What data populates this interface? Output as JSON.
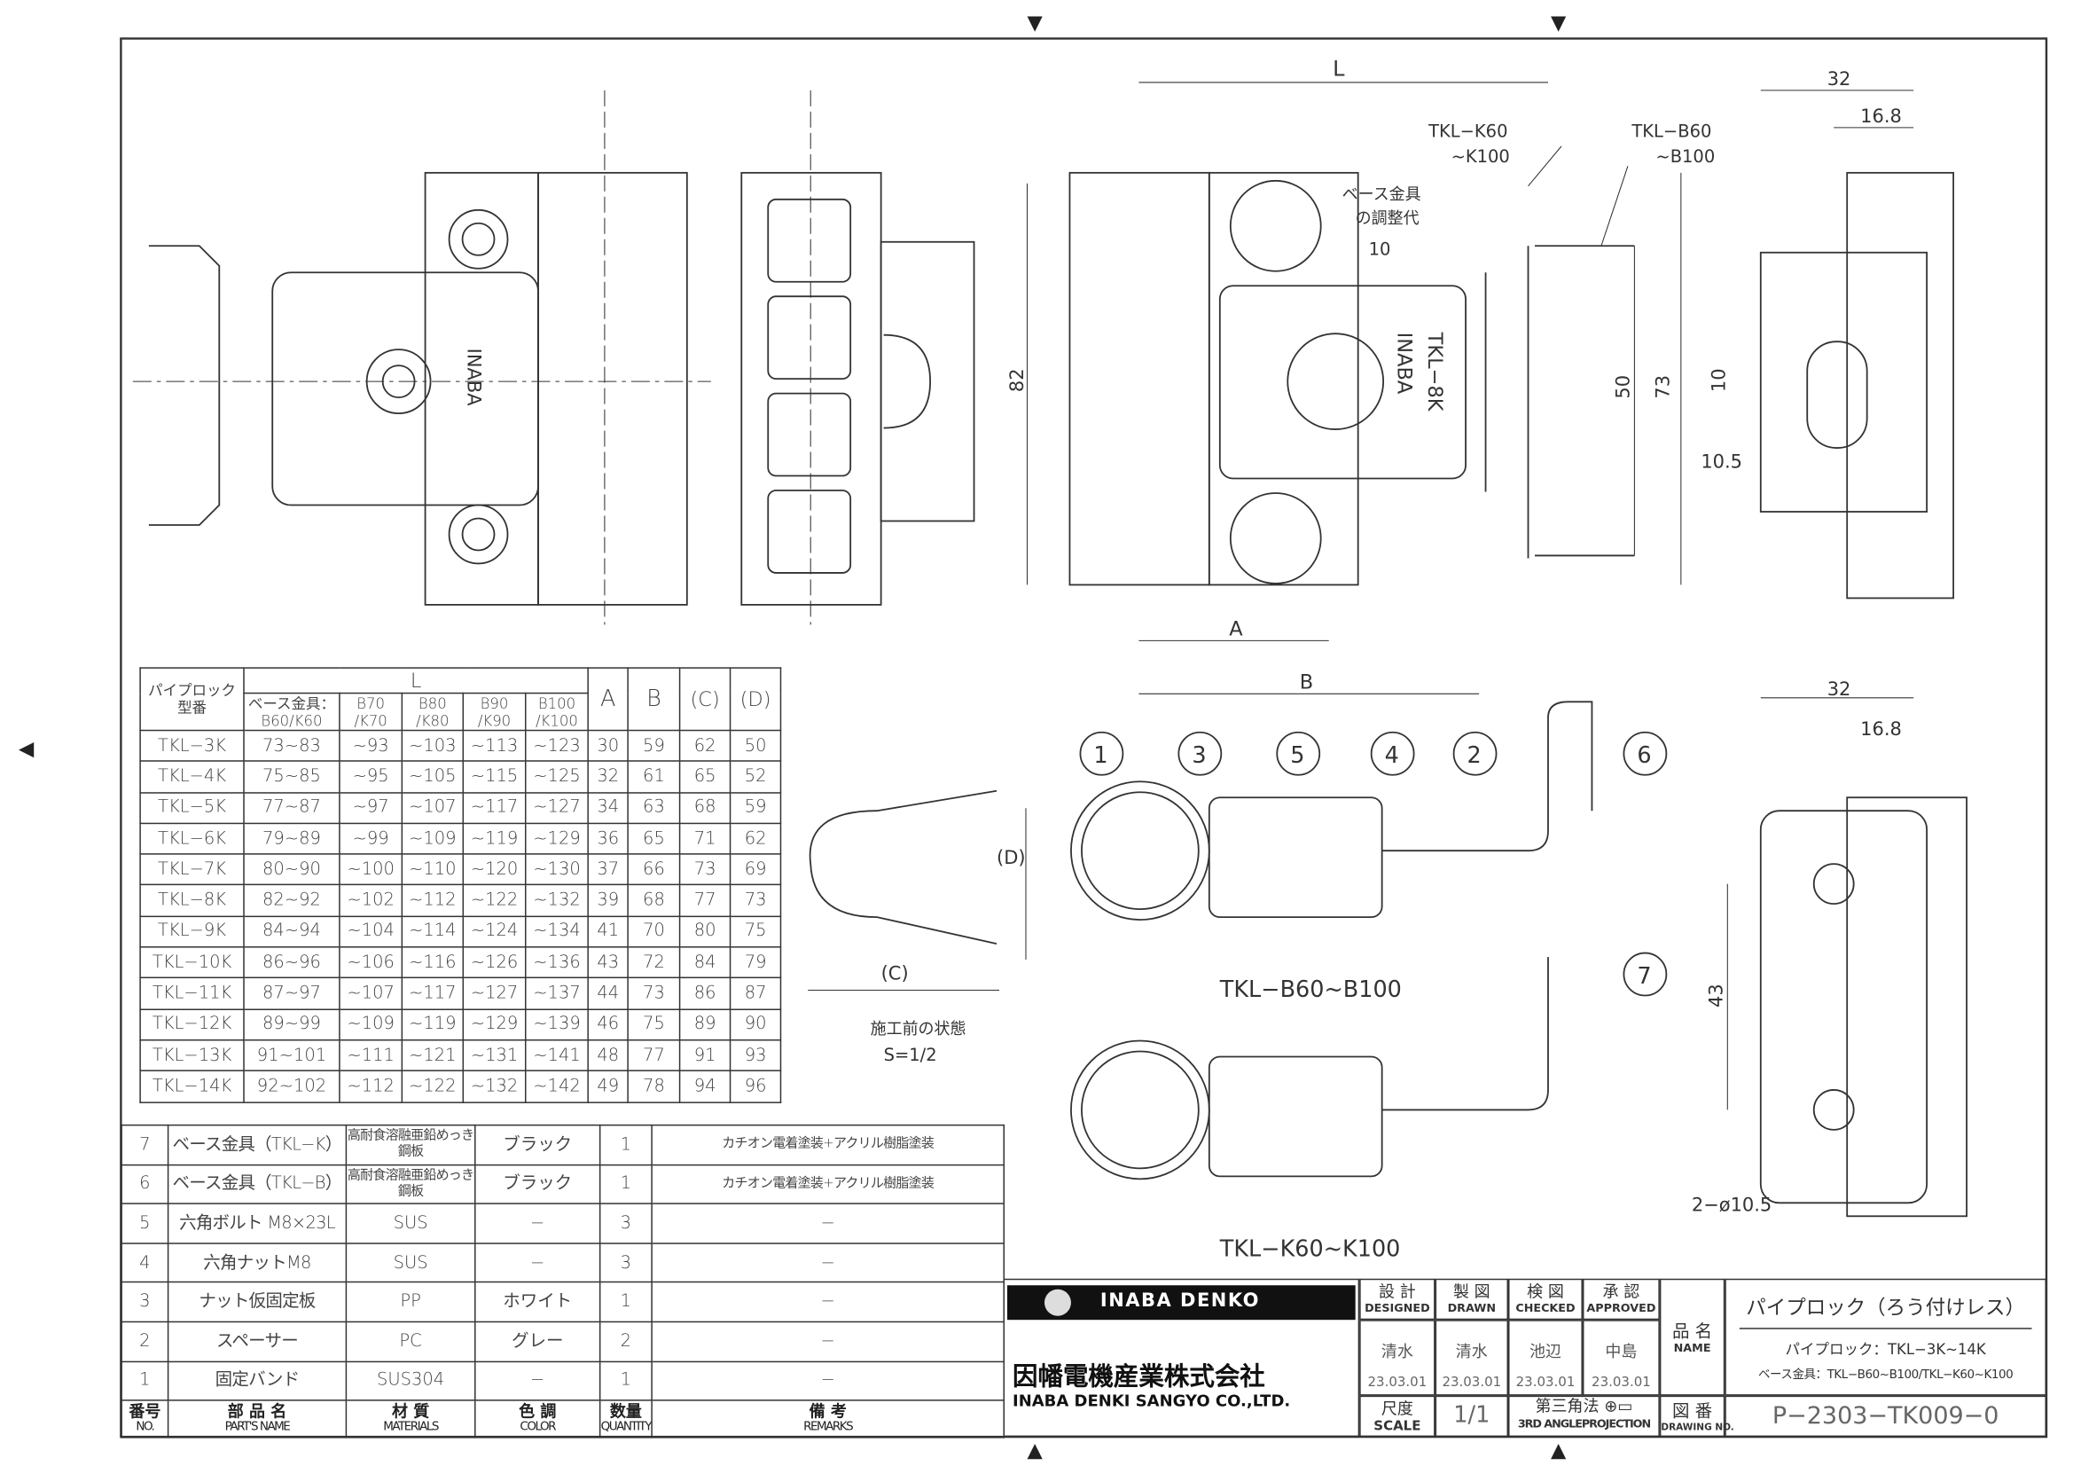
{
  "markers": {
    "top": "▼",
    "bottom": "▲",
    "left": "◀"
  },
  "drawing": {
    "front_view": {
      "emboss": "INABA"
    },
    "side_view": {
      "dim_L": "L",
      "dim_82": "82",
      "dim_50": "50",
      "dim_73": "73",
      "dim_A": "A",
      "dim_B": "B",
      "label_k": "TKL−K60",
      "label_k2": "~K100",
      "label_b": "TKL−B60",
      "label_b2": "~B100",
      "adjust_1": "ベース金具",
      "adjust_2": "の調整代",
      "dim_10": "10",
      "emboss_brand": "INABA",
      "emboss_model": "TKL−8K"
    },
    "right_view": {
      "dim_32": "32",
      "dim_16_8": "16.8",
      "dim_10": "10",
      "dim_10_5": "10.5"
    },
    "base_view": {
      "dim_32": "32",
      "dim_16_8": "16.8",
      "dim_43": "43",
      "hole": "2−ø10.5"
    },
    "assembly": {
      "callouts": [
        "1",
        "3",
        "5",
        "4",
        "2",
        "6",
        "7"
      ],
      "label_b": "TKL−B60~B100",
      "label_k": "TKL−K60~K100"
    },
    "before_install": {
      "dim_c": "(C)",
      "dim_d": "(D)",
      "caption": "施工前の状態",
      "scale": "S=1/2"
    }
  },
  "dim_table": {
    "header": {
      "model": "パイプロック\n型番",
      "L": "L",
      "L_cols": [
        "ベース金具：\nB60/K60",
        "B70\n/K70",
        "B80\n/K80",
        "B90\n/K90",
        "B100\n/K100"
      ],
      "A": "A",
      "B": "B",
      "C": "(C)",
      "D": "(D)"
    },
    "rows": [
      [
        "TKL−3K",
        "73~83",
        "~93",
        "~103",
        "~113",
        "~123",
        "30",
        "59",
        "62",
        "50"
      ],
      [
        "TKL−4K",
        "75~85",
        "~95",
        "~105",
        "~115",
        "~125",
        "32",
        "61",
        "65",
        "52"
      ],
      [
        "TKL−5K",
        "77~87",
        "~97",
        "~107",
        "~117",
        "~127",
        "34",
        "63",
        "68",
        "59"
      ],
      [
        "TKL−6K",
        "79~89",
        "~99",
        "~109",
        "~119",
        "~129",
        "36",
        "65",
        "71",
        "62"
      ],
      [
        "TKL−7K",
        "80~90",
        "~100",
        "~110",
        "~120",
        "~130",
        "37",
        "66",
        "73",
        "69"
      ],
      [
        "TKL−8K",
        "82~92",
        "~102",
        "~112",
        "~122",
        "~132",
        "39",
        "68",
        "77",
        "73"
      ],
      [
        "TKL−9K",
        "84~94",
        "~104",
        "~114",
        "~124",
        "~134",
        "41",
        "70",
        "80",
        "75"
      ],
      [
        "TKL−10K",
        "86~96",
        "~106",
        "~116",
        "~126",
        "~136",
        "43",
        "72",
        "84",
        "79"
      ],
      [
        "TKL−11K",
        "87~97",
        "~107",
        "~117",
        "~127",
        "~137",
        "44",
        "73",
        "86",
        "87"
      ],
      [
        "TKL−12K",
        "89~99",
        "~109",
        "~119",
        "~129",
        "~139",
        "46",
        "75",
        "89",
        "90"
      ],
      [
        "TKL−13K",
        "91~101",
        "~111",
        "~121",
        "~131",
        "~141",
        "48",
        "77",
        "91",
        "93"
      ],
      [
        "TKL−14K",
        "92~102",
        "~112",
        "~122",
        "~132",
        "~142",
        "49",
        "78",
        "94",
        "96"
      ]
    ]
  },
  "parts_list": {
    "rows": [
      [
        "7",
        "ベース金具（TKL−K）",
        "高耐食溶融亜鉛めっき鋼板",
        "ブラック",
        "1",
        "カチオン電着塗装+アクリル樹脂塗装"
      ],
      [
        "6",
        "ベース金具（TKL−B）",
        "高耐食溶融亜鉛めっき鋼板",
        "ブラック",
        "1",
        "カチオン電着塗装+アクリル樹脂塗装"
      ],
      [
        "5",
        "六角ボルト M8×23L",
        "SUS",
        "−",
        "3",
        "−"
      ],
      [
        "4",
        "六角ナットM8",
        "SUS",
        "−",
        "3",
        "−"
      ],
      [
        "3",
        "ナット仮固定板",
        "PP",
        "ホワイト",
        "1",
        "−"
      ],
      [
        "2",
        "スペーサー",
        "PC",
        "グレー",
        "2",
        "−"
      ],
      [
        "1",
        "固定バンド",
        "SUS304",
        "−",
        "1",
        "−"
      ]
    ],
    "header": [
      [
        "番号",
        "NO."
      ],
      [
        "部 品 名",
        "PART'S NAME"
      ],
      [
        "材 質",
        "MATERIALS"
      ],
      [
        "色 調",
        "COLOR"
      ],
      [
        "数量",
        "QUANTITY"
      ],
      [
        "備 考",
        "REMARKS"
      ]
    ]
  },
  "title_block": {
    "logo_text": "INABA DENKO",
    "company_jp": "因幡電機産業株式会社",
    "company_en": "INABA DENKI SANGYO CO.,LTD.",
    "roles": [
      {
        "jp": "設 計",
        "en": "DESIGNED",
        "name": "清水",
        "date": "23.03.01"
      },
      {
        "jp": "製 図",
        "en": "DRAWN",
        "name": "清水",
        "date": "23.03.01"
      },
      {
        "jp": "検 図",
        "en": "CHECKED",
        "name": "池辺",
        "date": "23.03.01"
      },
      {
        "jp": "承 認",
        "en": "APPROVED",
        "name": "中島",
        "date": "23.03.01"
      }
    ],
    "name_label_jp": "品 名",
    "name_label_en": "NAME",
    "product_title": "パイプロック（ろう付けレス）",
    "product_sub1": "パイプロック：TKL−3K~14K",
    "product_sub2": "ベース金具：TKL−B60~B100/TKL−K60~K100",
    "scale_label_jp": "尺度",
    "scale_label_en": "SCALE",
    "scale": "1/1",
    "projection_jp": "第三角法",
    "projection_en": "3RD ANGLEPROJECTION",
    "drawing_no_label_jp": "図 番",
    "drawing_no_label_en": "DRAWING NO.",
    "drawing_no": "P−2303−TK009−0"
  }
}
